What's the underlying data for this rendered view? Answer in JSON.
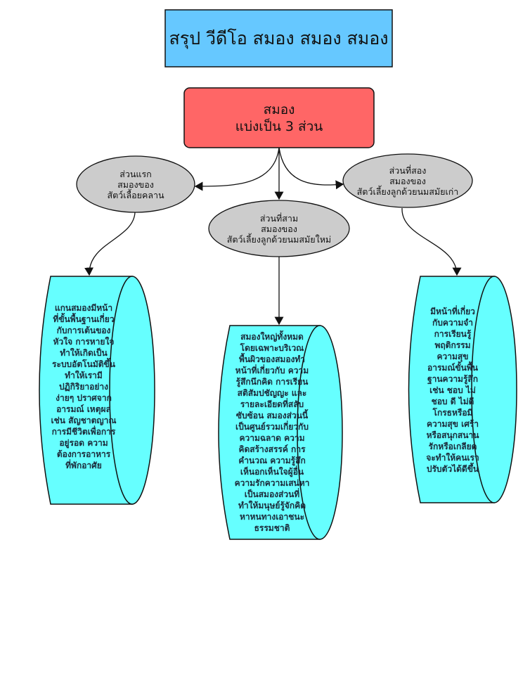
{
  "title": "สรุป วีดีโอ สมอง สมอง สมอง",
  "root": {
    "text": "สมอง\nแบ่งเป็น 3 ส่วน"
  },
  "parts": [
    {
      "label": "ส่วนแรก\nสมองของ\nสัตว์เลื้อยคลาน",
      "description": "แกนสมองมีหน้า\nที่ขั้นพื้นฐานเกี่ยว\nกับการเต้นของ\nหัวใจ การหายใจ\nทำให้เกิดเป็น\nระบบอัตโนมัติขึ้น\nทำให้เรามี\nปฏิกิริยาอย่าง\nง่ายๆ ปราศจาก\nอารมณ์ เหตุผล\nเช่น สัญชาตญาณ\nการมีชีวิตเพื่อการ\nอยู่รอด ความ\nต้องการอาหาร\nที่พักอาศัย"
    },
    {
      "label": "ส่วนที่สาม\nสมองของ\nสัตว์เลี้ยงลูกด้วยนมสมัยใหม่",
      "description": "สมองใหญ่ทั้งหมด\nโดยเฉพาะบริเวณ\nพื้นผิวของสมองทำ\nหน้าที่เกี่ยวกับ ความ\nรู้สึกนึกคิด การเรียน\nสติสัมปชัญญะ และ\nรายละเอียดที่สลับ\nซับซ้อน สมองส่วนนี้\nเป็นศูนย์รวมเกี่ยวกับ\nความฉลาด ความ\nคิดสร้างสรรค์ การ\nคำนวณ ความรู้สึก\nเห็นอกเห็นใจผู้อื่น\nความรักความเสน่หา\nเป็นสมองส่วนที่\nทำให้มนุษย์รู้จักคิด\nหาหนทางเอาชนะ\nธรรมชาติ"
    },
    {
      "label": "ส่วนที่สอง\nสมองของ\nสัตว์เลี้ยงลูกด้วยนมสมัยเก่า",
      "description": "มีหน้าที่เกี่ยว\nกับความจำ\nการเรียนรู้\nพฤติกรรม\nความสุข\nอารมณ์ขั้นพื้น\nฐานความรู้สึก\nเช่น ชอบ ไม่\nชอบ ดี ไม่ดี\nโกรธหรือมี\nความสุข เศร้า\nหรือสนุกสนาน\nรักหรือเกลียด\nจะทำให้คนเรา\nปรับตัวได้ดีขึ้น"
    }
  ],
  "colors": {
    "title": "#66c8ff",
    "root": "#ff6666",
    "ellipse": "#cccccc",
    "cylinder": "#66ffff"
  }
}
